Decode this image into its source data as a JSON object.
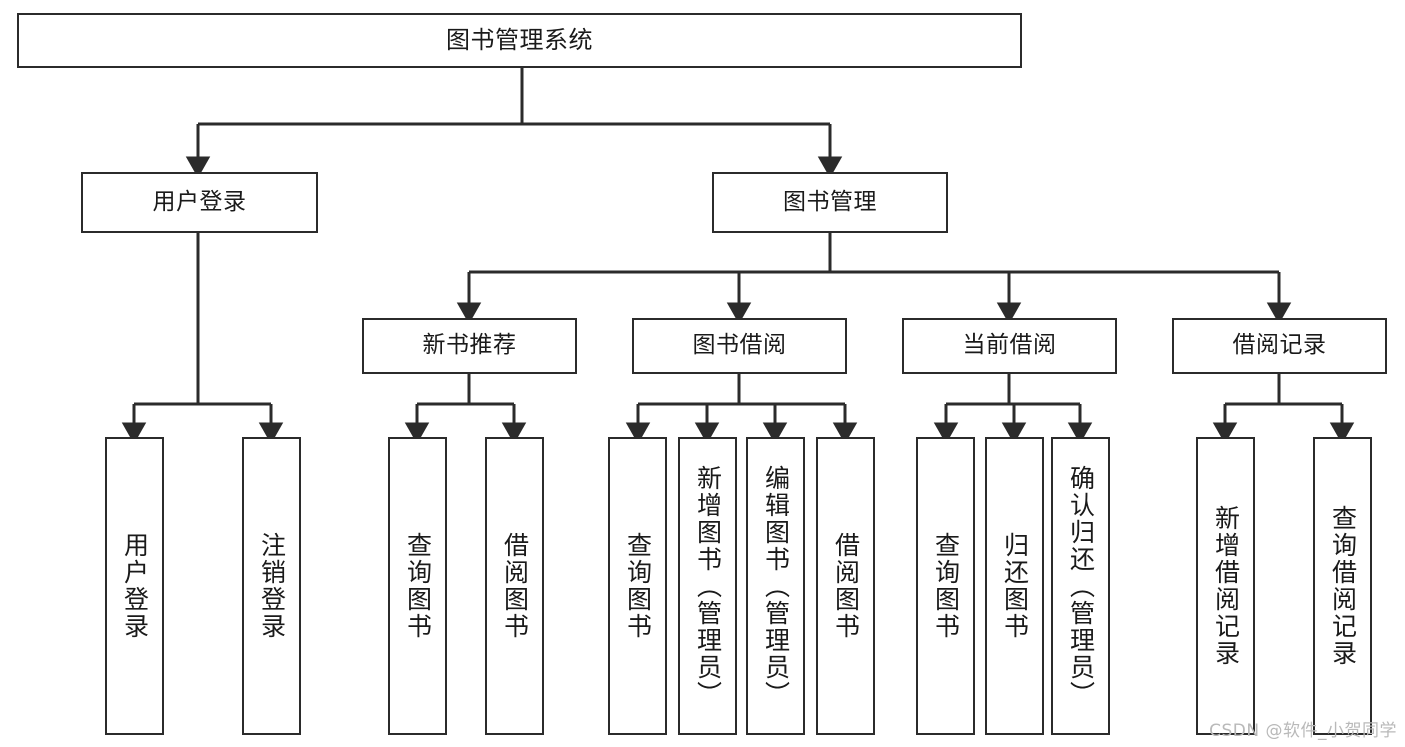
{
  "diagram": {
    "title": "图书管理系统",
    "type": "tree-hierarchy-chart",
    "colors": {
      "box_border": "#2b2b2b",
      "box_fill": "#ffffff",
      "edge": "#2b2b2b",
      "text": "#1a1a1a",
      "watermark": "#b9b9b9",
      "background": "#ffffff"
    },
    "watermark": "CSDN @软件_小贺同学",
    "nodes": {
      "root": {
        "label": "图书管理系统"
      },
      "level2": [
        {
          "label": "用户登录"
        },
        {
          "label": "图书管理"
        }
      ],
      "level3": [
        {
          "label": "新书推荐"
        },
        {
          "label": "图书借阅"
        },
        {
          "label": "当前借阅"
        },
        {
          "label": "借阅记录"
        }
      ],
      "leaves": {
        "user_login": [
          {
            "label": "用户登录"
          },
          {
            "label": "注销登录"
          }
        ],
        "new_book_recommend": [
          {
            "label": "查询图书"
          },
          {
            "label": "借阅图书"
          }
        ],
        "book_borrow": [
          {
            "label": "查询图书"
          },
          {
            "label": "新增图书（管理员）"
          },
          {
            "label": "编辑图书（管理员）"
          },
          {
            "label": "借阅图书"
          }
        ],
        "current_borrow": [
          {
            "label": "查询图书"
          },
          {
            "label": "归还图书"
          },
          {
            "label": "确认归还（管理员）"
          }
        ],
        "borrow_record": [
          {
            "label": "新增借阅记录"
          },
          {
            "label": "查询借阅记录"
          }
        ]
      }
    }
  }
}
